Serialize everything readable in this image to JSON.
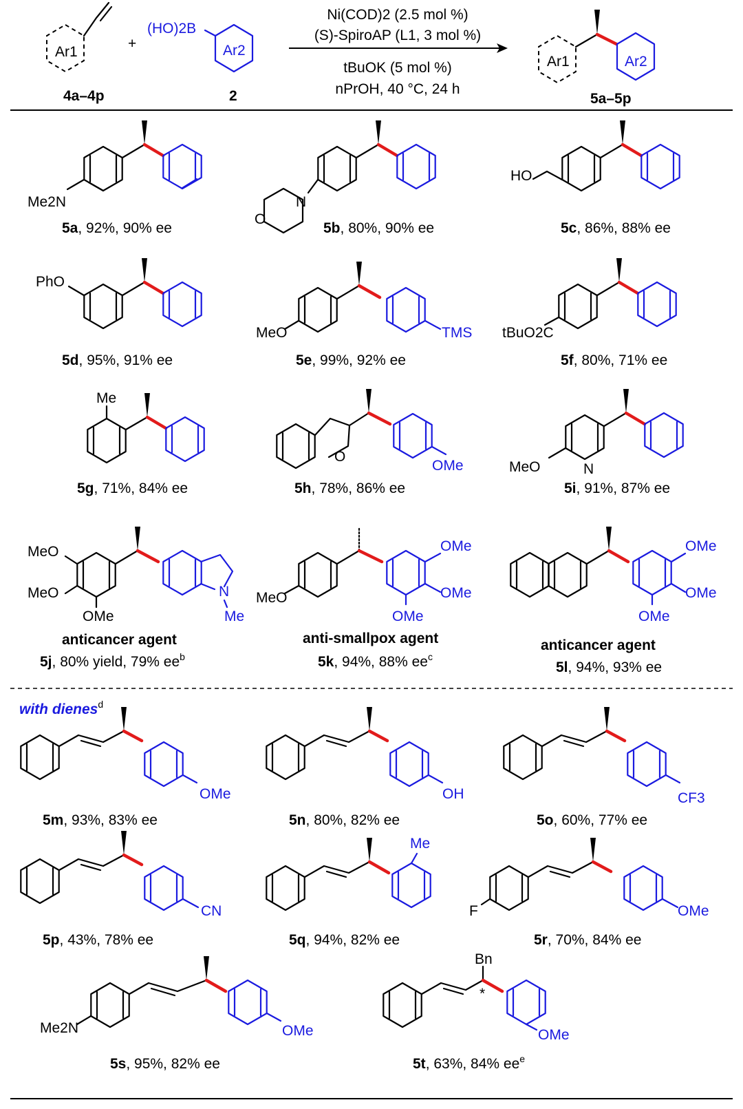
{
  "header": {
    "reactant1_id": "4a–4p",
    "reactant2_id": "2",
    "product_id": "5a–5p",
    "reagent_boronic": "(HO)2B",
    "plus": "+",
    "ar1": "Ar1",
    "ar2": "Ar2",
    "conditions": [
      "Ni(COD)2 (2.5 mol %)",
      "(S)-SpiroAP (L1, 3 mol %)",
      "tBuOK (5 mol %)",
      "nPrOH, 40 °C, 24 h"
    ]
  },
  "section_label": "with dienes",
  "section_label_sup": "d",
  "compounds": [
    {
      "id": "5a",
      "caption": "92%, 90% ee",
      "subs": [
        "Me2N"
      ]
    },
    {
      "id": "5b",
      "caption": "80%, 90% ee",
      "subs": [
        "N",
        "O"
      ]
    },
    {
      "id": "5c",
      "caption": "86%, 88% ee",
      "subs": [
        "HO"
      ]
    },
    {
      "id": "5d",
      "caption": "95%, 91% ee",
      "subs": [
        "PhO"
      ]
    },
    {
      "id": "5e",
      "caption": "99%, 92% ee",
      "subs": [
        "MeO",
        "TMS"
      ]
    },
    {
      "id": "5f",
      "caption": "80%, 71% ee",
      "subs": [
        "tBuO2C"
      ]
    },
    {
      "id": "5g",
      "caption": "71%, 84% ee",
      "subs": [
        "Me"
      ]
    },
    {
      "id": "5h",
      "caption": "78%, 86% ee",
      "subs": [
        "O",
        "OMe"
      ]
    },
    {
      "id": "5i",
      "caption": "91%, 87% ee",
      "subs": [
        "MeO",
        "N"
      ]
    },
    {
      "id": "5j",
      "caption": "80% yield, 79% ee",
      "sup": "b",
      "label": "anticancer agent",
      "subs": [
        "MeO",
        "MeO",
        "OMe",
        "N",
        "Me"
      ]
    },
    {
      "id": "5k",
      "caption": "94%, 88% ee",
      "sup": "c",
      "label": "anti-smallpox agent",
      "subs": [
        "MeO",
        "OMe",
        "OMe",
        "OMe"
      ]
    },
    {
      "id": "5l",
      "caption": "94%, 93% ee",
      "label": "anticancer agent",
      "subs": [
        "OMe",
        "OMe",
        "OMe"
      ]
    },
    {
      "id": "5m",
      "caption": "93%, 83% ee",
      "subs": [
        "OMe"
      ]
    },
    {
      "id": "5n",
      "caption": "80%, 82% ee",
      "subs": [
        "OH"
      ]
    },
    {
      "id": "5o",
      "caption": "60%, 77% ee",
      "subs": [
        "CF3"
      ]
    },
    {
      "id": "5p",
      "caption": "43%, 78% ee",
      "subs": [
        "CN"
      ]
    },
    {
      "id": "5q",
      "caption": "94%, 82% ee",
      "subs": [
        "Me"
      ]
    },
    {
      "id": "5r",
      "caption": "70%, 84% ee",
      "subs": [
        "F",
        "OMe"
      ]
    },
    {
      "id": "5s",
      "caption": "95%, 82% ee",
      "subs": [
        "Me2N",
        "OMe"
      ]
    },
    {
      "id": "5t",
      "caption": "63%, 84% ee",
      "sup": "e",
      "subs": [
        "Bn",
        "*",
        "OMe"
      ]
    }
  ],
  "colors": {
    "product_aryl": "#1a1adf",
    "new_bond": "#e21b1b",
    "structure": "#000000"
  }
}
